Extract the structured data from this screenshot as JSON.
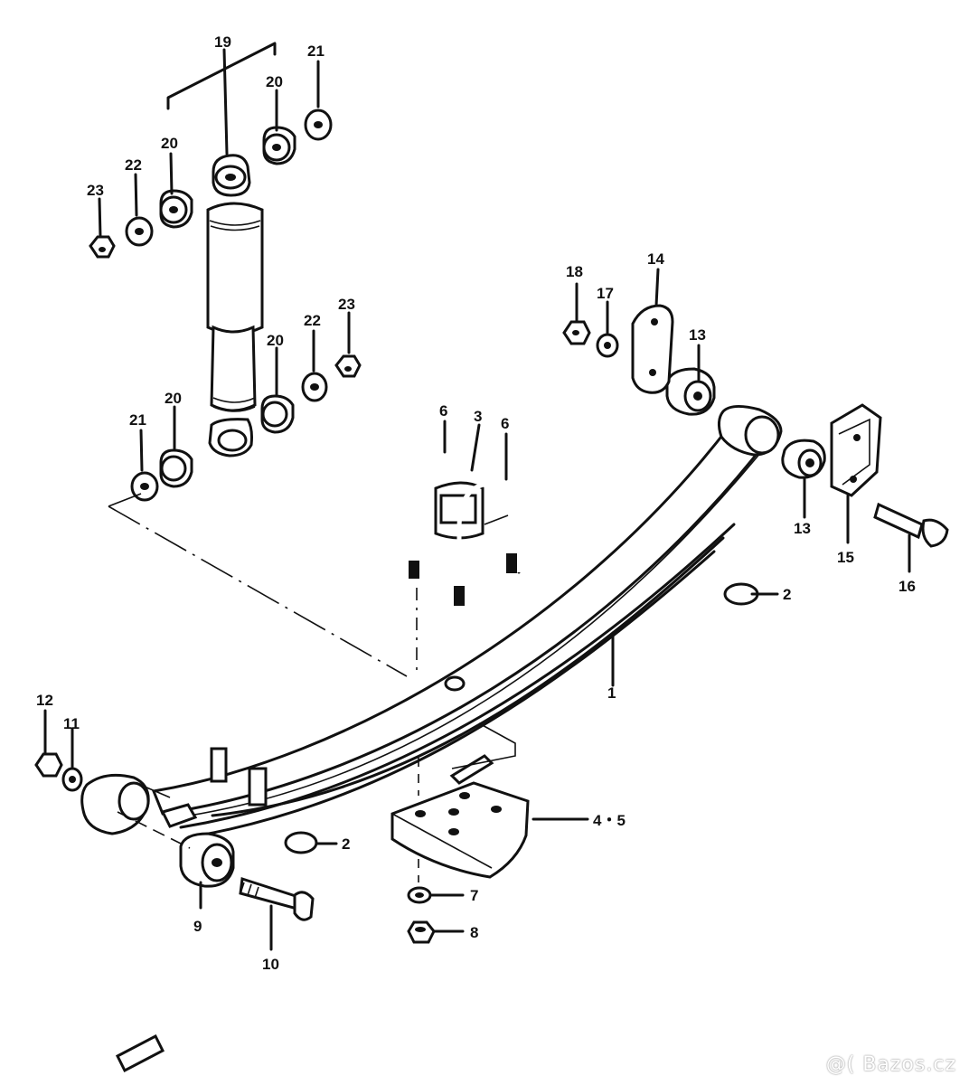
{
  "diagram": {
    "labels": {
      "p1": "1",
      "p2a": "2",
      "p2b": "2",
      "p3": "3",
      "p45": "4・5",
      "p6a": "6",
      "p6b": "6",
      "p7": "7",
      "p8": "8",
      "p9": "9",
      "p10": "10",
      "p11": "11",
      "p12": "12",
      "p13a": "13",
      "p13b": "13",
      "p14": "14",
      "p15": "15",
      "p16": "16",
      "p17": "17",
      "p18": "18",
      "p19": "19",
      "p20a": "20",
      "p20b": "20",
      "p20c": "20",
      "p20d": "20",
      "p21a": "21",
      "p21b": "21",
      "p22a": "22",
      "p22b": "22",
      "p23a": "23",
      "p23b": "23"
    }
  },
  "watermark": {
    "text": "@( Bazos.cz"
  }
}
